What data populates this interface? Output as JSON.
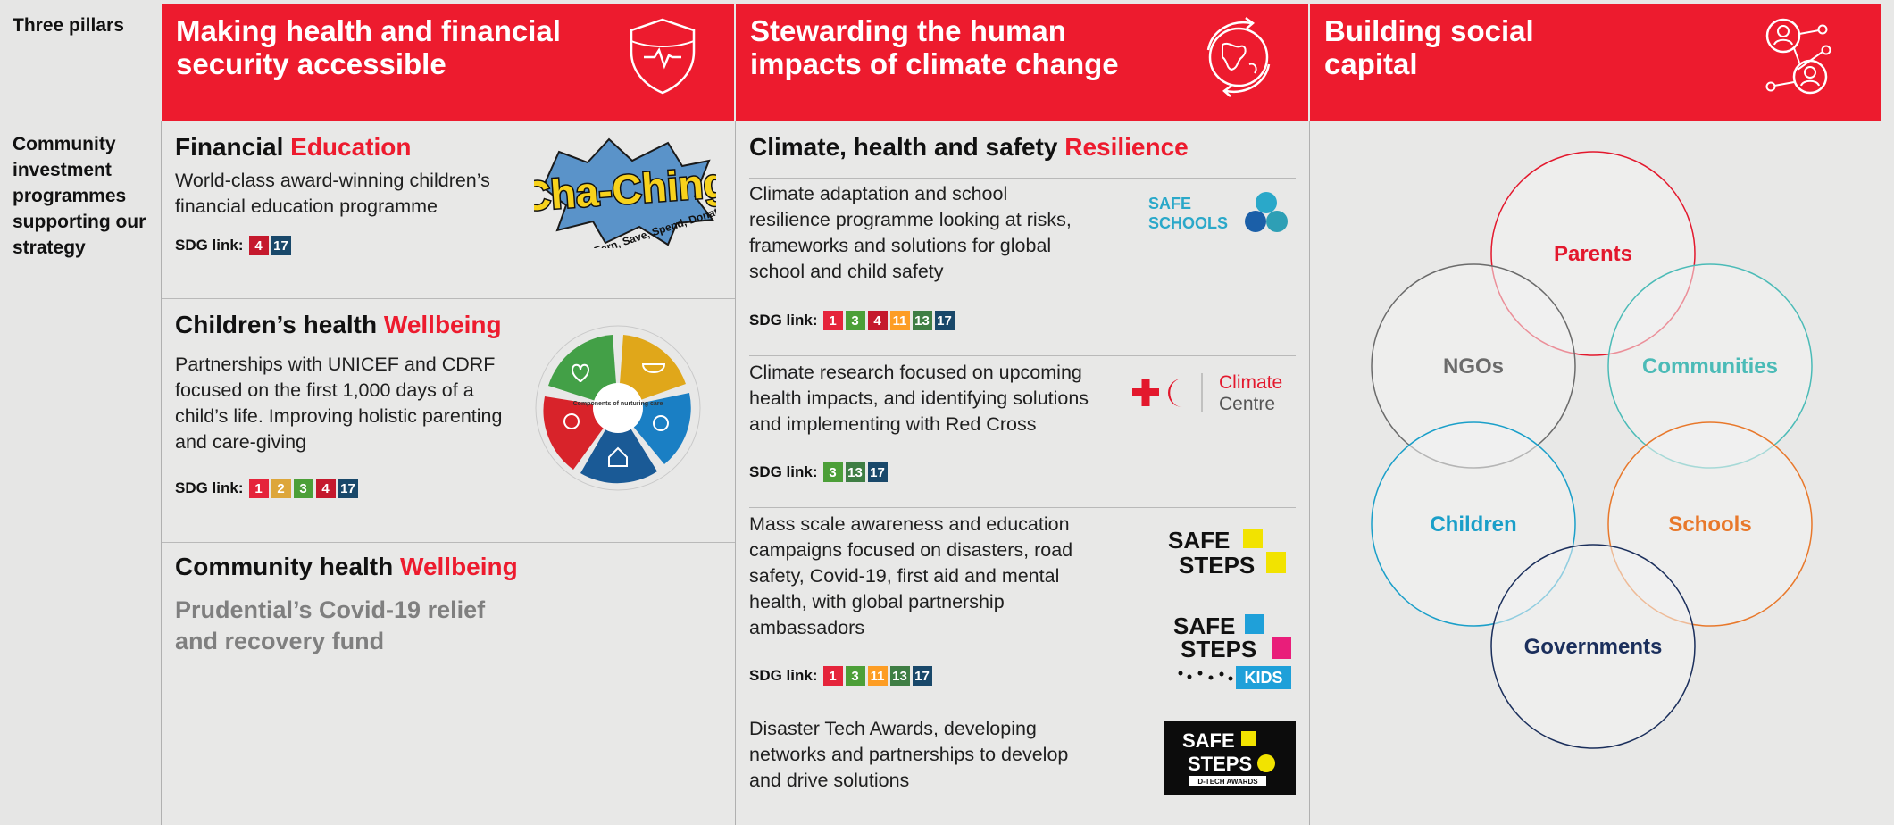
{
  "left": {
    "pillars_label": "Three pillars",
    "programmes_label": "Community investment programmes supporting our strategy"
  },
  "pillars": [
    {
      "title": "Making health and financial security accessible",
      "icon": "shield-heartbeat-icon"
    },
    {
      "title": "Stewarding the human impacts of climate change",
      "icon": "globe-cycle-icon"
    },
    {
      "title": "Building social capital",
      "icon": "people-network-icon"
    }
  ],
  "col1": {
    "financial_education": {
      "title_plain": "Financial",
      "title_red": "Education",
      "text": "World-class award-winning children’s financial education programme",
      "sdg_label": "SDG link:",
      "sdg": [
        "4",
        "17"
      ],
      "logo": "Cha-Ching",
      "logo_tagline": "Earn, Save, Spend, Donate"
    },
    "childrens_health": {
      "title_plain": "Children’s health",
      "title_red": "Wellbeing",
      "text": "Partnerships with UNICEF and CDRF focused on the first 1,000 days of a child’s life. Improving holistic parenting and care-giving",
      "sdg_label": "SDG link:",
      "sdg": [
        "1",
        "2",
        "3",
        "4",
        "17"
      ],
      "wheel_center": "Components of nurturing care"
    },
    "community_health": {
      "title_plain": "Community health",
      "title_red": "Wellbeing",
      "subtitle": "Prudential’s Covid-19 relief and recovery fund"
    }
  },
  "col2": {
    "title_plain": "Climate, health and safety",
    "title_red": "Resilience",
    "items": [
      {
        "text": "Climate adaptation and school resilience programme looking at risks, frameworks and solutions for global school and child safety",
        "sdg_label": "SDG link:",
        "sdg": [
          "1",
          "3",
          "4",
          "11",
          "13",
          "17"
        ],
        "logo": [
          "SAFE",
          "SCHOOLS"
        ]
      },
      {
        "text": "Climate research focused on upcoming health impacts, and identifying solutions and implementing with Red Cross",
        "sdg_label": "SDG link:",
        "sdg": [
          "3",
          "13",
          "17"
        ],
        "logo": [
          "Climate",
          "Centre"
        ]
      },
      {
        "text": "Mass scale awareness and education campaigns focused on disasters, road safety, Covid-19, first aid and mental health, with global partnership ambassadors",
        "sdg_label": "SDG link:",
        "sdg": [
          "1",
          "3",
          "11",
          "13",
          "17"
        ],
        "logo": [
          "SAFE",
          "STEPS"
        ],
        "logo2": [
          "SAFE",
          "STEPS",
          "KIDS"
        ]
      },
      {
        "text": "Disaster Tech Awards, developing networks and partnerships to develop and drive solutions",
        "logo": [
          "SAFE",
          "STEPS",
          "D-TECH AWARDS"
        ]
      }
    ]
  },
  "venn": {
    "nodes": [
      {
        "label": "Parents",
        "color": "#e3182d"
      },
      {
        "label": "NGOs",
        "color": "#6b6b6b"
      },
      {
        "label": "Communities",
        "color": "#4bbbb7"
      },
      {
        "label": "Children",
        "color": "#1a9fc9"
      },
      {
        "label": "Schools",
        "color": "#e8782b"
      },
      {
        "label": "Governments",
        "color": "#1b2f5c"
      }
    ]
  },
  "sdg_colors": {
    "1": "#e5243b",
    "2": "#dda63a",
    "3": "#4c9f38",
    "4": "#c5192d",
    "11": "#fd9d24",
    "13": "#3f7e44",
    "17": "#19486a"
  },
  "brand_red": "#ed1b2e"
}
